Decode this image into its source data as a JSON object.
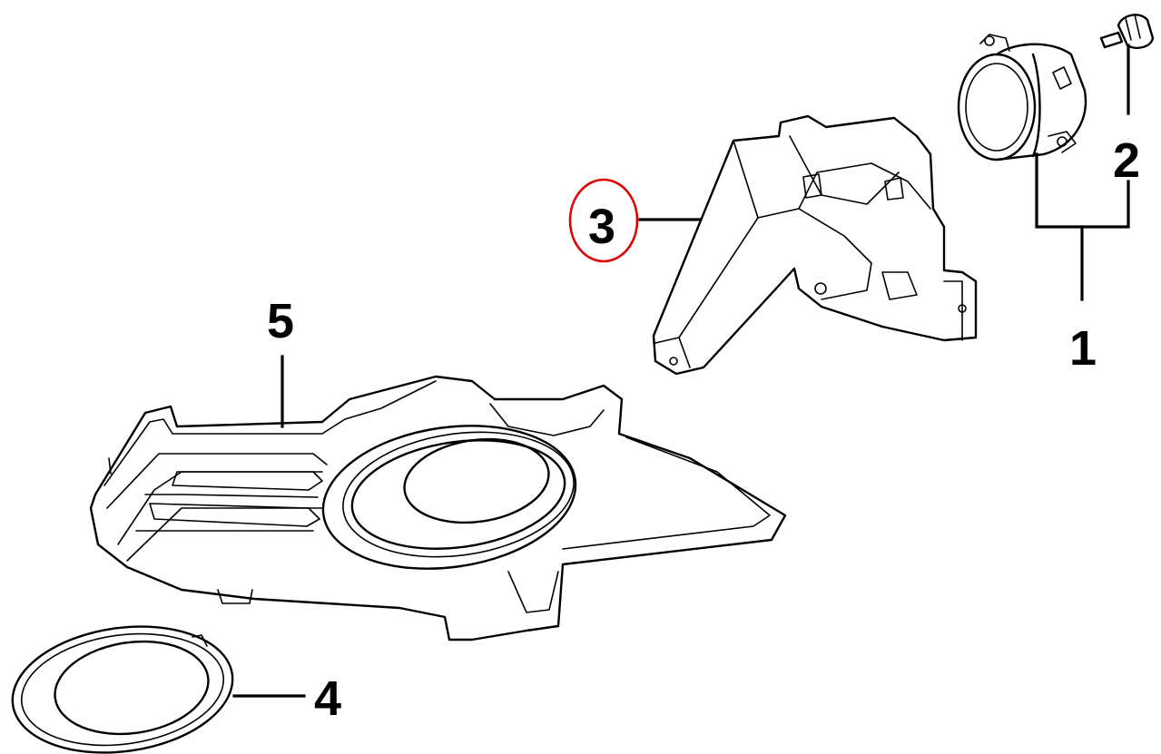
{
  "callouts": [
    {
      "id": "1",
      "label": "1"
    },
    {
      "id": "2",
      "label": "2"
    },
    {
      "id": "3",
      "label": "3",
      "highlighted": true
    },
    {
      "id": "4",
      "label": "4"
    },
    {
      "id": "5",
      "label": "5"
    }
  ],
  "colors": {
    "line": "#000000",
    "highlight": "#e00000",
    "background": "#ffffff"
  }
}
